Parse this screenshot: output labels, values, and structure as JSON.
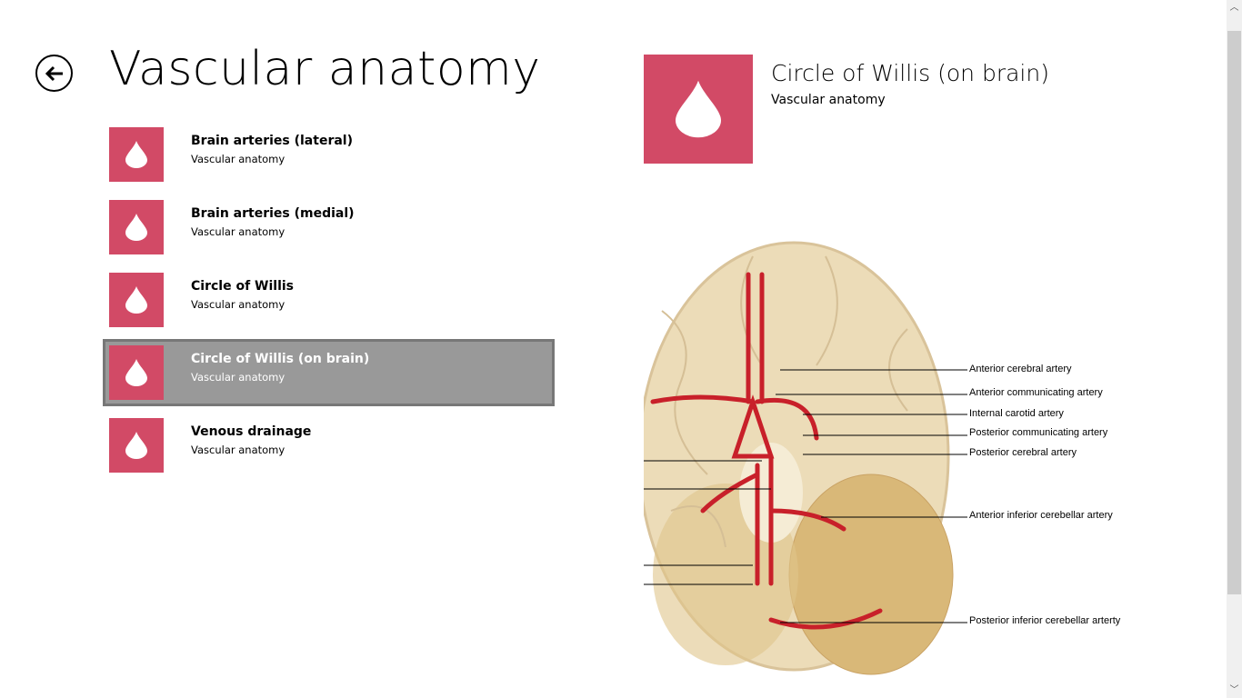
{
  "header": {
    "title": "Vascular anatomy",
    "back_icon": "back-arrow-icon"
  },
  "list": [
    {
      "title": "Brain arteries (lateral)",
      "subtitle": "Vascular anatomy"
    },
    {
      "title": "Brain arteries (medial)",
      "subtitle": "Vascular anatomy"
    },
    {
      "title": "Circle of Willis",
      "subtitle": "Vascular anatomy"
    },
    {
      "title": "Circle of Willis (on brain)",
      "subtitle": "Vascular anatomy",
      "selected": true
    },
    {
      "title": "Venous drainage",
      "subtitle": "Vascular anatomy"
    }
  ],
  "detail": {
    "title": "Circle of Willis (on brain)",
    "subtitle": "Vascular anatomy",
    "labels": [
      "Anterior cerebral artery",
      "Anterior communicating artery",
      "Internal carotid artery",
      "Posterior communicating artery",
      "Posterior cerebral artery",
      "Anterior inferior cerebellar artery",
      "Posterior inferior cerebellar arterty"
    ]
  },
  "colors": {
    "tile": "#d24a66",
    "selected": "#999999"
  }
}
